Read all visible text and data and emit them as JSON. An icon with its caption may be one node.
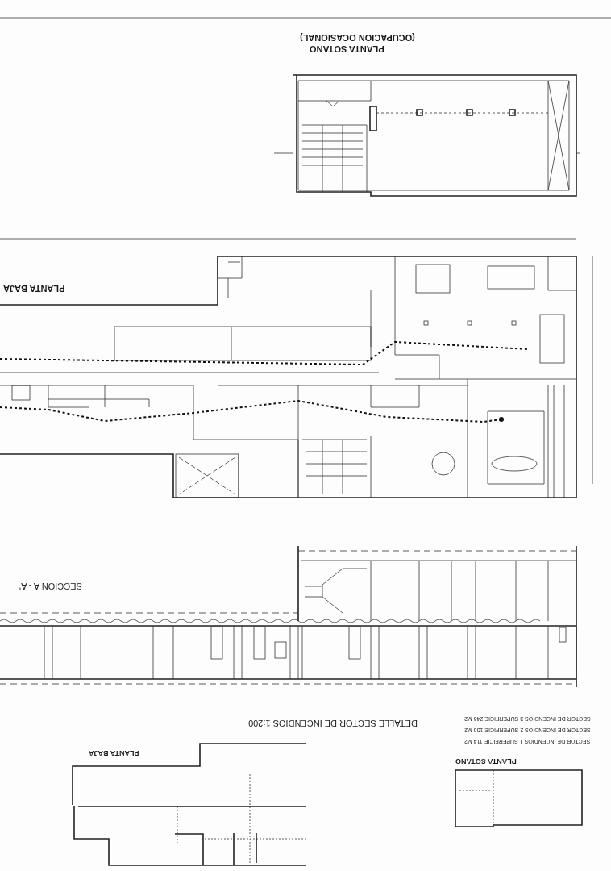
{
  "diagram": {
    "labels": [
      "(OCUPACION OCASIONAL)",
      "PLANTA SOTANO",
      "PLANTA BAJA",
      "SECCION A - A'",
      "SECTOR DE INCENDIOS 3 SUPERFICIE 245 M2",
      "DETALLE SECTOR DE INCENDIOS 1:200",
      "SECTOR DE INCENDIOS 2 SUPERFICIE 155 M2",
      "SECTOR DE INCENDIOS 1 SUPERFICIE 114 M2",
      "PLANTA BAJA",
      "PLANTA SOTANO"
    ]
  }
}
